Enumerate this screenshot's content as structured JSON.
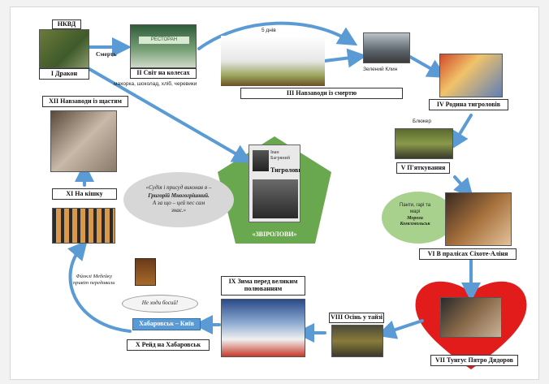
{
  "nodes": {
    "nkvd": "НКВД",
    "n1": "І Дракон",
    "smert": "Смерть",
    "n2": "ІІ Світ на колесах",
    "n2_sub": "махорка, шоколад, хліб, черевики",
    "shop_sign": "РЕСТОРАН",
    "days5": "5 днів",
    "zeleny": "Зелений Клин",
    "n3": "ІІІ Навзаводи із смертю",
    "n4": "ІV Родина тигроловів",
    "blyuker": "Блюкер",
    "n5": "V П'яткування",
    "n6": "VІ В пралісах Сіхоте-Аліня",
    "n6_note_l1": "Панти, гарі та",
    "n6_note_l2": "марі",
    "n6_note_l3": "Морози",
    "n6_note_l4": "Комсомольськ",
    "n7": "VІІ Тунгус Пятро Дядоров",
    "n8": "VІІІ Осінь у тайзі",
    "n9": "ІХ Зима перед великим полюванням",
    "n10": "Х Рейд на Хабаровськ",
    "hk": "Хабаровськ – Київ",
    "ne_khody": "Не ходи босий!",
    "medeyko_l1": "Фйоклі Медейку",
    "medeyko_l2": "привіт передавали",
    "n11": "ХІ На кішку",
    "n12": "ХІІ Навзаводи із щастям",
    "quote_l1": "«Судія і присуд виконав я –",
    "quote_l2": "Григорій Многогрішний.",
    "quote_l3": "А за що – цей пес сам",
    "quote_l4": "знає.»",
    "center": "«ЗВІРОЛОВИ»",
    "book_author": "Іван Багряний",
    "book_title": "Тигролови"
  },
  "colors": {
    "arrow": "#5b9bd5",
    "pentagon": "#6aa84f",
    "heart": "#e21b1b",
    "oval": "#a9d18e",
    "cloud": "#d7d7d7"
  }
}
